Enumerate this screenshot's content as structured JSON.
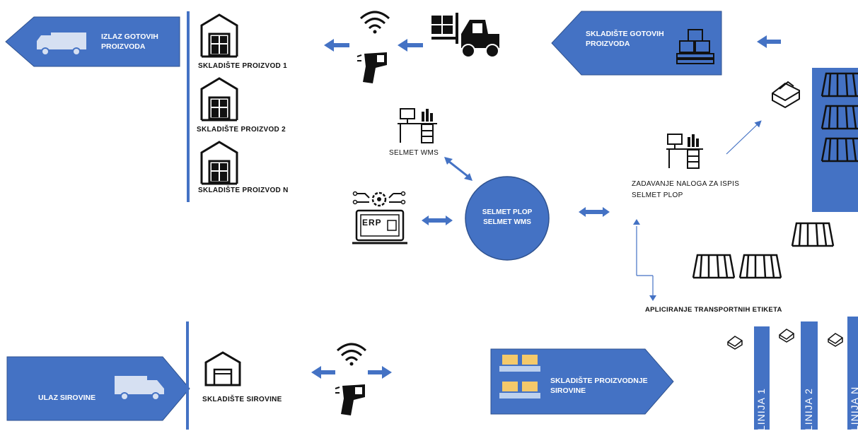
{
  "colors": {
    "accent": "#4472C4",
    "accent_dark": "#2F528F",
    "icon": "#111111"
  },
  "banners": {
    "izlaz": "IZLAZ GOTOVIH PROIZVODA",
    "skladiste_gotovih": "SKLADIŠTE GOTOVIH PROIZVODA",
    "ulaz": "ULAZ SIROVINE",
    "skladiste_proizvodnje": "SKLADIŠTE PROIZVODNJE SIROVINE"
  },
  "warehouses": {
    "p1": "SKLADIŠTE PROIZVOD 1",
    "p2": "SKLADIŠTE PROIZVOD 2",
    "pn": "SKLADIŠTE PROIZVOD N",
    "sirovine": "SKLADIŠTE SIROVINE"
  },
  "center": {
    "line1": "SELMET PLOP",
    "line2": "SELMET WMS"
  },
  "labels": {
    "wms": "SELMET WMS",
    "zadavanje_line1": "ZADAVANJE NALOGA ZA ISPIS",
    "zadavanje_line2": "SELMET PLOP",
    "apliciranje": "APLICIRANJE TRANSPORTNIH ETIKETA",
    "erp": "ERP"
  },
  "lines": [
    "LINIJA 1",
    "LINIJA 2",
    "LINIJA N"
  ]
}
